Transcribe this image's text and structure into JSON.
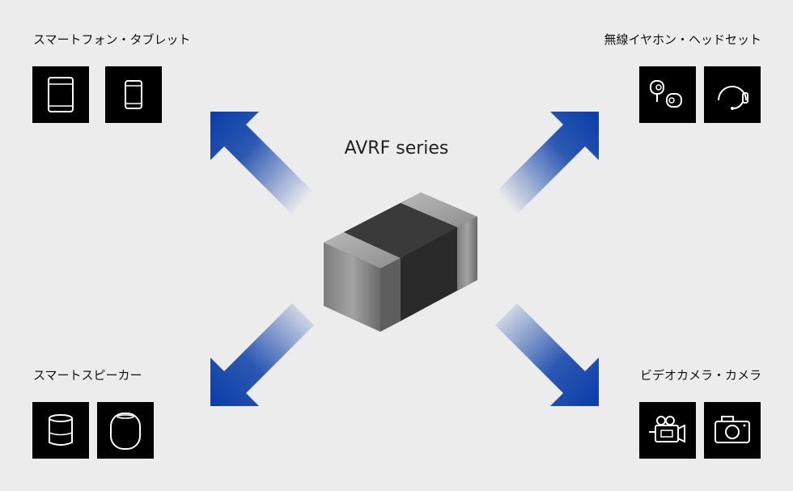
{
  "title": "AVRF series",
  "groups": {
    "top_left": {
      "label": "スマートフォン・タブレット",
      "icons": [
        "tablet-icon",
        "smartphone-icon"
      ]
    },
    "top_right": {
      "label": "無線イヤホン・ヘッドセット",
      "icons": [
        "earbuds-icon",
        "headset-icon"
      ]
    },
    "bottom_left": {
      "label": "スマートスピーカー",
      "icons": [
        "smart-speaker-cylinder-icon",
        "smart-speaker-round-icon"
      ]
    },
    "bottom_right": {
      "label": "ビデオカメラ・カメラ",
      "icons": [
        "video-camera-icon",
        "camera-icon"
      ]
    }
  },
  "colors": {
    "arrow": "#0a3ea8",
    "background": "#ececec",
    "icon_box": "#000000",
    "icon_stroke": "#ffffff"
  }
}
